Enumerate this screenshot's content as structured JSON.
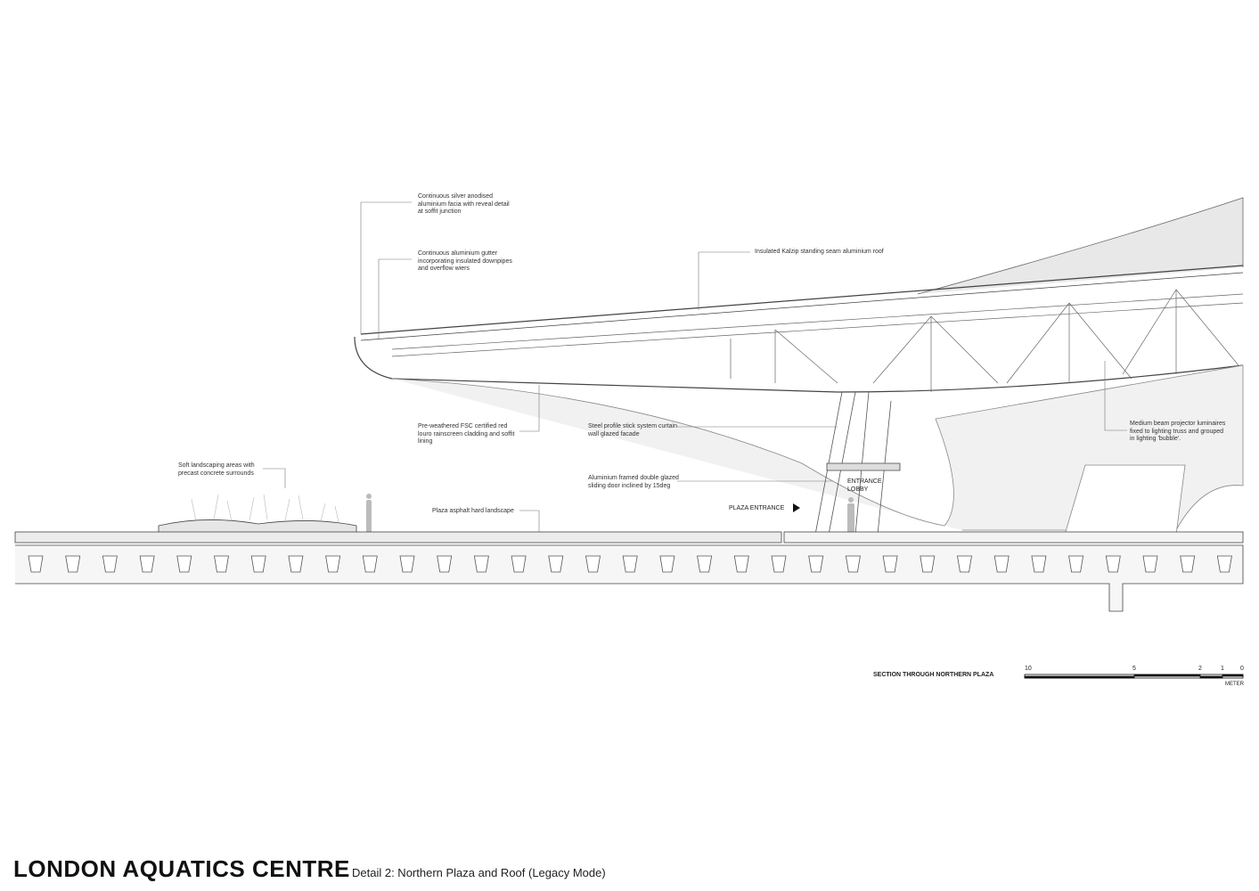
{
  "title": "LONDON AQUATICS CENTRE",
  "subtitle": "Detail 2: Northern Plaza and Roof (Legacy Mode)",
  "annotations": {
    "facia": "Continuous silver anodised\naluminium facia with reveal detail\nat soffit junction",
    "gutter": "Continuous aluminium gutter\nincorporating insulated downpipes\nand overflow wiers",
    "roof": "Insulated Kalzip standing seam aluminium roof",
    "cladding": "Pre-weathered FSC certified red\nlouro rainscreen cladding and soffit\nlining",
    "curtain_wall": "Steel profile stick system curtain\nwall glazed facade",
    "luminaires": "Medium beam projector luminaires\nfixed to lighting truss and grouped\nin lighting 'bubble'.",
    "landscaping": "Soft landscaping areas with\nprecast concrete surrounds",
    "sliding_door": "Aluminium framed double glazed\nsliding door inclined by 15deg",
    "asphalt": "Plaza asphalt hard landscape"
  },
  "labels": {
    "plaza_entrance": "PLAZA ENTRANCE",
    "entrance_lobby": "ENTRANCE\nLOBBY"
  },
  "scale_bar": {
    "section_title": "SECTION THROUGH NORTHERN PLAZA",
    "ticks": [
      "10",
      "5",
      "2",
      "1",
      "0"
    ],
    "unit": "METER"
  }
}
